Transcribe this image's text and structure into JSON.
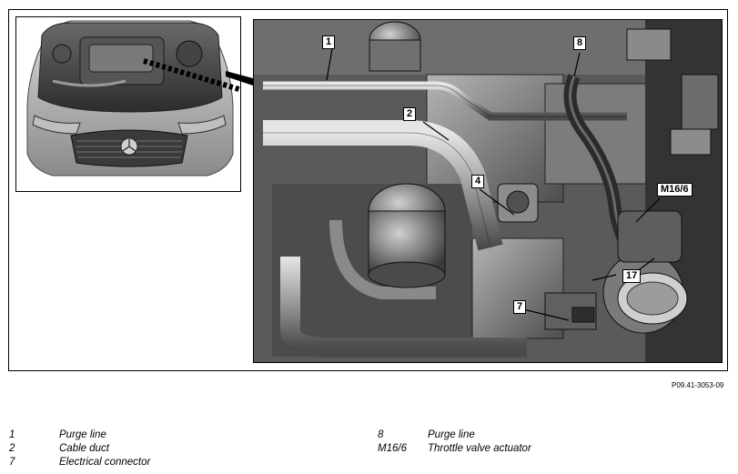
{
  "figure": {
    "callouts": {
      "c1": "1",
      "c2": "2",
      "c4": "4",
      "c7": "7",
      "c8": "8",
      "c17": "17",
      "cM16": "M16/6"
    },
    "reference_code": "P09.41-3053-09"
  },
  "legend": {
    "left": [
      {
        "num": "1",
        "text": "Purge line"
      },
      {
        "num": "2",
        "text": "Cable duct"
      },
      {
        "num": "7",
        "text": "Electrical connector"
      }
    ],
    "right": [
      {
        "num": "8",
        "text": "Purge line"
      },
      {
        "num": "M16/6",
        "text": "Throttle valve actuator"
      }
    ]
  }
}
